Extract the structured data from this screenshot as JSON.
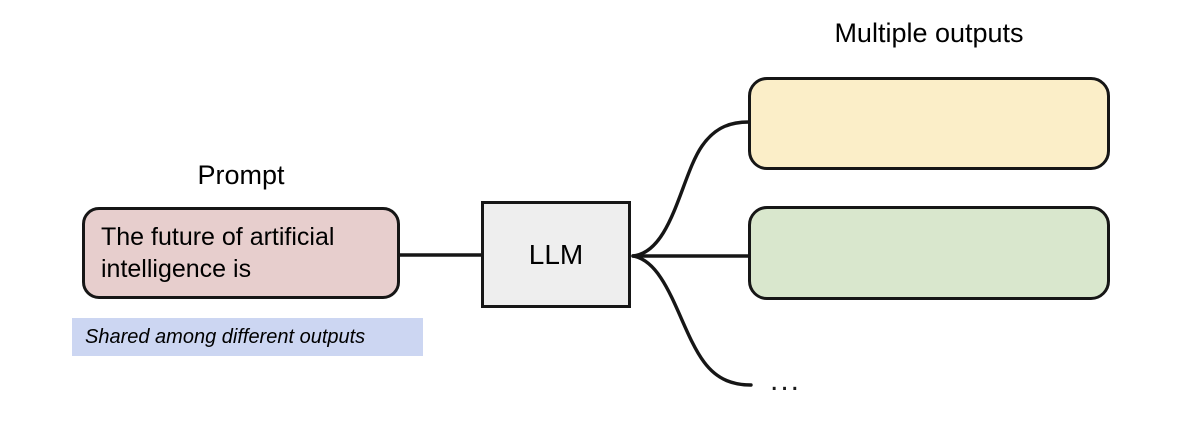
{
  "diagram": {
    "title": "LLM multiple outputs from a shared prompt",
    "background_color": "#ffffff",
    "stroke_color": "#161616"
  },
  "labels": {
    "prompt_caption": "Prompt",
    "outputs_caption": "Multiple outputs",
    "ellipsis": "..."
  },
  "prompt": {
    "text": "The future of artificial intelligence is",
    "fill_color": "#e7cecd"
  },
  "model": {
    "name": "LLM",
    "fill_color": "#eeeeee"
  },
  "outputs": [
    {
      "label": "",
      "fill_color": "#fbeec8"
    },
    {
      "label": "",
      "fill_color": "#d9e7cd"
    }
  ],
  "annotation": {
    "text": "Shared among different outputs",
    "fill_color": "#ccd6f2"
  }
}
